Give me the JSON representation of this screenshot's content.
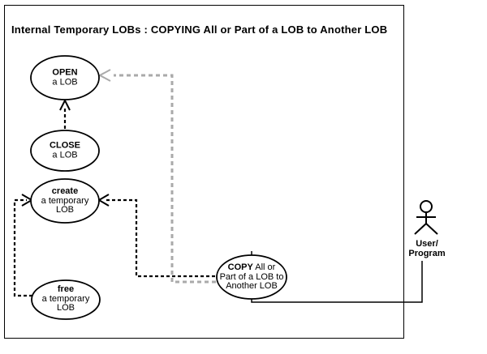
{
  "diagram": {
    "title": "Internal Temporary LOBs : COPYING All or Part of a LOB to Another LOB",
    "colors": {
      "line": "#000000",
      "muted_line": "#aaaaaa",
      "background": "#ffffff"
    },
    "nodes": {
      "open": {
        "line1": "OPEN",
        "line2": "a LOB"
      },
      "close": {
        "line1": "CLOSE",
        "line2": "a LOB"
      },
      "create": {
        "line1": "create",
        "line2": "a temporary",
        "line3": "LOB"
      },
      "free": {
        "line1": "free",
        "line2": "a temporary",
        "line3": "LOB"
      },
      "copy": {
        "line1_bold": "COPY",
        "line1_rest": " All or",
        "line2": "Part of a LOB to",
        "line3": "Another LOB"
      }
    },
    "actor": {
      "label_line1": "User/",
      "label_line2": "Program"
    }
  }
}
